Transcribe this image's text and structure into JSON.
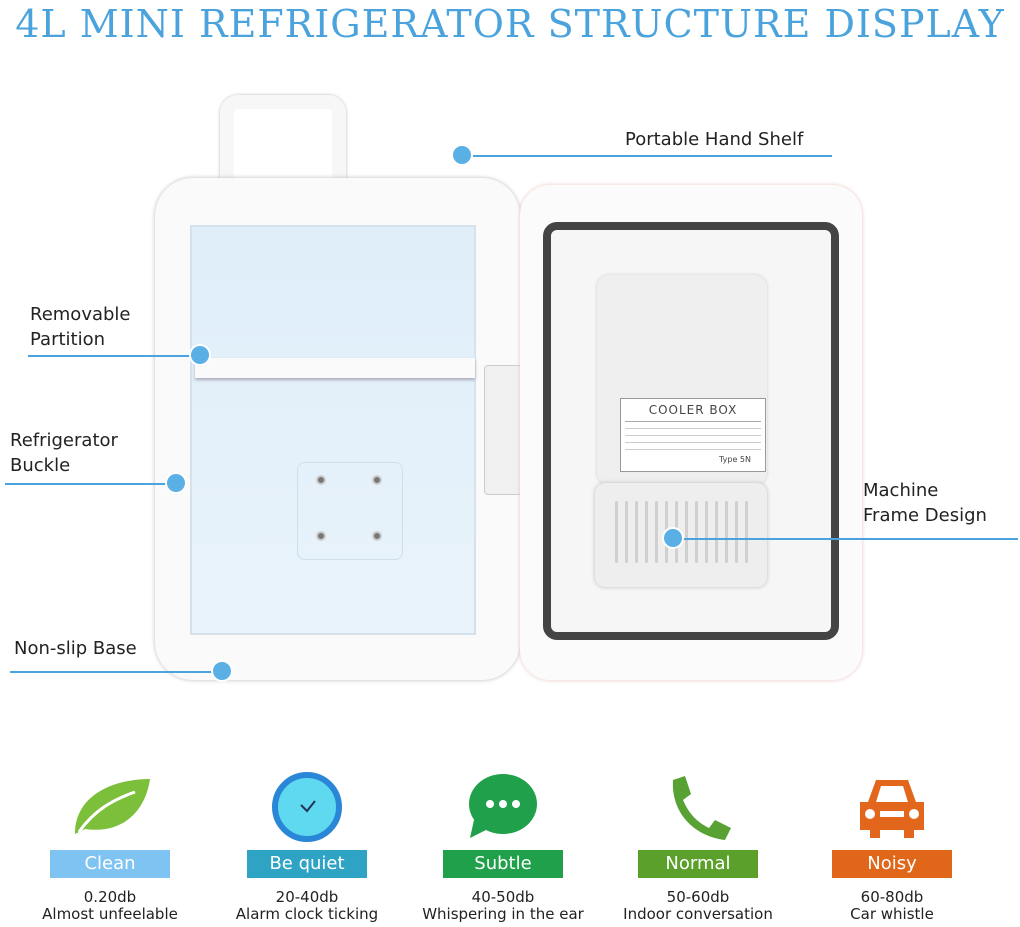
{
  "title": "4L MINI REFRIGERATOR STRUCTURE DISPLAY",
  "callouts": {
    "hand_shelf": "Portable Hand Shelf",
    "partition": [
      "Removable",
      "Partition"
    ],
    "buckle": [
      "Refrigerator",
      "Buckle"
    ],
    "base": "Non-slip Base",
    "frame": [
      "Machine",
      "Frame Design"
    ]
  },
  "label": {
    "heading": "COOLER BOX",
    "type": "Type 5N"
  },
  "noise_levels": [
    {
      "name": "Clean",
      "db": "0.20db",
      "desc": "Almost unfeelable",
      "color": "#7ec3f2",
      "icon": "leaf-icon"
    },
    {
      "name": "Be quiet",
      "db": "20-40db",
      "desc": "Alarm clock ticking",
      "color": "#2fa3c4",
      "icon": "clock-icon"
    },
    {
      "name": "Subtle",
      "db": "40-50db",
      "desc": "Whispering in the ear",
      "color": "#20a04a",
      "icon": "chat-bubble-icon"
    },
    {
      "name": "Normal",
      "db": "50-60db",
      "desc": "Indoor conversation",
      "color": "#5aa02a",
      "icon": "phone-icon"
    },
    {
      "name": "Noisy",
      "db": "60-80db",
      "desc": "Car whistle",
      "color": "#e0661a",
      "icon": "car-icon"
    }
  ]
}
